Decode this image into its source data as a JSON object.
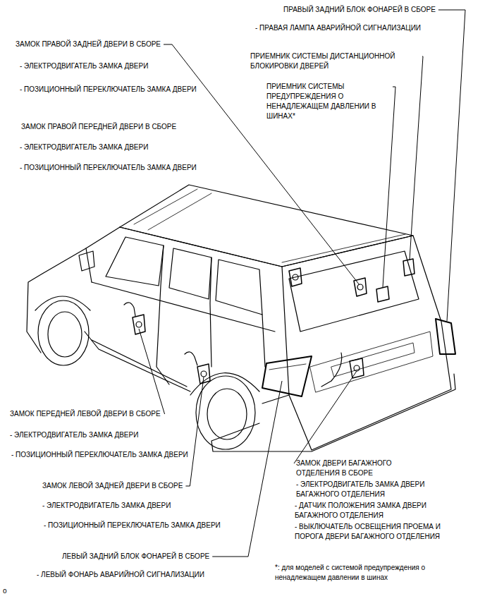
{
  "diagram": {
    "labels": [
      "ПРАВЫЙ ЗАДНИЙ БЛОК ФОНАРЕЙ В СБОРЕ",
      "- ПРАВАЯ ЛАМПА АВАРИЙНОЙ СИГНАЛИЗАЦИИ",
      "ЗАМОК ПРАВОЙ ЗАДНЕЙ ДВЕРИ В СБОРЕ",
      "- ЭЛЕКТРОДВИГАТЕЛЬ ЗАМКА ДВЕРИ",
      "ПРИЕМНИК СИСТЕМЫ ДИСТАНЦИОННОЙ БЛОКИРОВКИ ДВЕРЕЙ",
      "ПРИЕМНИК СИСТЕМЫ ПРЕДУПРЕЖДЕНИЯ О НЕНАДЛЕЖАЩЕМ ДАВЛЕНИИ В ШИНАХ*",
      "- ПОЗИЦИОННЫЙ ПЕРЕКЛЮЧАТЕЛЬ ЗАМКА ДВЕРИ",
      "ЗАМОК ПРАВОЙ ПЕРЕДНЕЙ ДВЕРИ В СБОРЕ",
      "- ЭЛЕКТРОДВИГАТЕЛЬ ЗАМКА ДВЕРИ",
      "- ПОЗИЦИОННЫЙ ПЕРЕКЛЮЧАТЕЛЬ ЗАМКА ДВЕРИ",
      "ЗАМОК ПЕРЕДНЕЙ ЛЕВОЙ ДВЕРИ В СБОРЕ",
      "- ЭЛЕКТРОДВИГАТЕЛЬ ЗАМКА ДВЕРИ",
      "- ПОЗИЦИОННЫЙ ПЕРЕКЛЮЧАТЕЛЬ ЗАМКА ДВЕРИ",
      "ЗАМОК ДВЕРИ БАГАЖНОГО ОТДЕЛЕНИЯ В СБОРЕ",
      "- ЭЛЕКТРОДВИГАТЕЛЬ ЗАМКА ДВЕРИ БАГАЖНОГО ОТДЕЛЕНИЯ",
      "ЗАМОК ЛЕВОЙ ЗАДНЕЙ ДВЕРИ В СБОРЕ",
      "- ДАТЧИК ПОЛОЖЕНИЯ ЗАМКА ДВЕРИ БАГАЖНОГО ОТДЕЛЕНИЯ",
      "- ЭЛЕКТРОДВИГАТЕЛЬ ЗАМКА ДВЕРИ",
      "- ПОЗИЦИОННЫЙ ПЕРЕКЛЮЧАТЕЛЬ ЗАМКА ДВЕРИ",
      "- ВЫКЛЮЧАТЕЛЬ ОСВЕЩЕНИЯ ПРОЕМА И ПОРОГА ДВЕРИ БАГАЖНОГО ОТДЕЛЕНИЯ",
      "ЛЕВЫЙ ЗАДНИЙ БЛОК ФОНАРЕЙ В СБОРЕ",
      "*: для моделей с системой предупреждения о ненадлежащем давлении в шинах",
      "- ЛЕВЫЙ ФОНАРЬ АВАРИЙНОЙ СИГНАЛИЗАЦИИ",
      "o"
    ]
  }
}
